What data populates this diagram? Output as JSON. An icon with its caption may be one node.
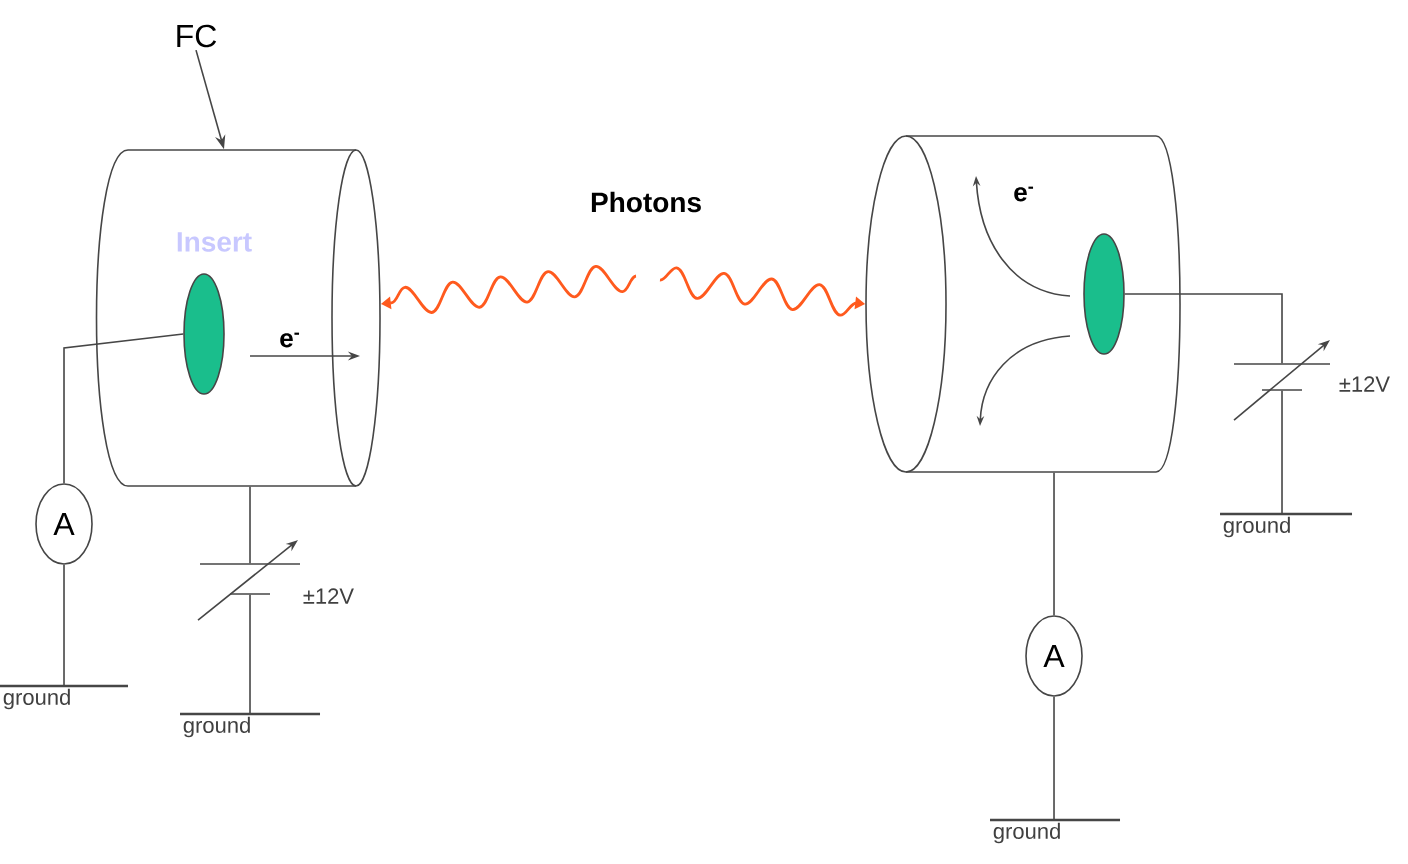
{
  "diagram": {
    "nodes": [
      {
        "text": [
          "FC"
        ]
      },
      {
        "text": [],
        "shape": "cylinder"
      },
      {
        "text": [],
        "shape": "ellipse",
        "in": 1,
        "beside": [
          "Insert"
        ]
      },
      {
        "text": [
          "A"
        ]
      },
      {
        "text": [
          "ground"
        ]
      },
      {
        "text": [],
        "shape": "battery",
        "beside": [
          "±12V"
        ]
      },
      {
        "text": [
          "ground"
        ]
      },
      {
        "text": [],
        "shape": "cylinder"
      },
      {
        "text": [],
        "shape": "ellipse",
        "in": 7
      },
      {
        "text": [],
        "shape": "battery",
        "beside": [
          "±12V"
        ]
      },
      {
        "text": [
          "ground"
        ]
      },
      {
        "text": [
          "A"
        ]
      },
      {
        "text": [
          "ground"
        ]
      }
    ],
    "edges": [
      {
        "from": 0,
        "to": 1,
        "arrow": "to"
      },
      {
        "from": 2,
        "to": 3,
        "arrow": "none"
      },
      {
        "from": 3,
        "to": 4,
        "arrow": "none"
      },
      {
        "from": 1,
        "to": 5,
        "arrow": "none"
      },
      {
        "from": 5,
        "to": 6,
        "arrow": "none"
      },
      {
        "from": 8,
        "to": 9,
        "arrow": "none"
      },
      {
        "from": 9,
        "to": 10,
        "arrow": "none"
      },
      {
        "from": 7,
        "to": 11,
        "arrow": "none"
      },
      {
        "from": 11,
        "to": 12,
        "arrow": "none"
      },
      {
        "from": null,
        "to": 1,
        "arrow": "to",
        "color": "#ff5a1e"
      },
      {
        "from": null,
        "to": 7,
        "arrow": "to",
        "color": "#ff5a1e"
      }
    ],
    "labels": [
      "e$^{-}$",
      "Photons",
      "e$^{-}$"
    ]
  }
}
